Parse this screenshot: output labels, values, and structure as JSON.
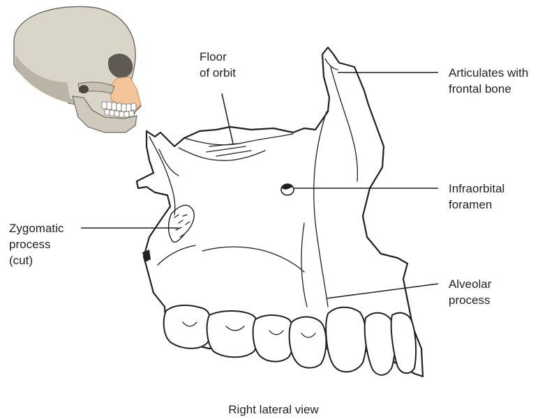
{
  "labels": {
    "floor_of_orbit": [
      "Floor",
      "of orbit"
    ],
    "frontal": [
      "Articulates with",
      "frontal bone"
    ],
    "infraorbital": [
      "Infraorbital",
      "foramen"
    ],
    "zygomatic": [
      "Zygomatic",
      "process",
      "(cut)"
    ],
    "alveolar": [
      "Alveolar",
      "process"
    ]
  },
  "caption": "Right lateral view",
  "colors": {
    "skull_fill": "#d9d5c8",
    "skull_shadow": "#b9b4a6",
    "highlight_maxilla": "#f4c49a",
    "line": "#231f20"
  },
  "icons": {
    "skull_inset": "skull-icon"
  }
}
